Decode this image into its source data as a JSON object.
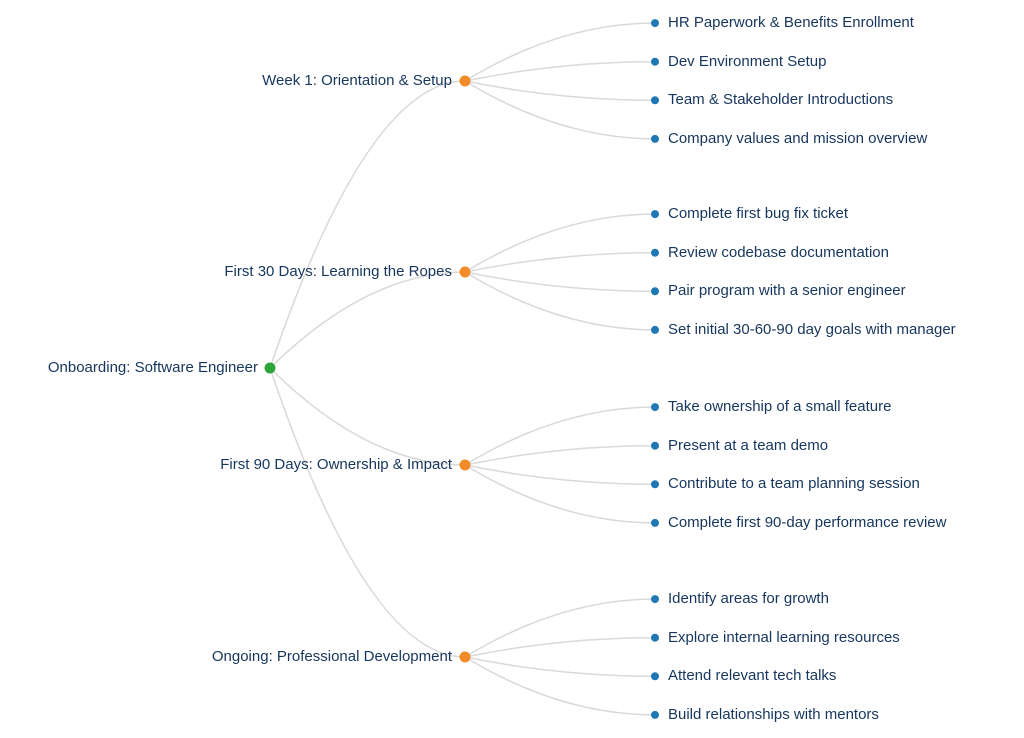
{
  "mindmap": {
    "root": {
      "label": "Onboarding: Software Engineer"
    },
    "branches": [
      {
        "label": "Week 1: Orientation & Setup",
        "children": [
          "HR Paperwork & Benefits Enrollment",
          "Dev Environment Setup",
          "Team & Stakeholder Introductions",
          "Company values and mission overview"
        ]
      },
      {
        "label": "First 30 Days: Learning the Ropes",
        "children": [
          "Complete first bug fix ticket",
          "Review codebase documentation",
          "Pair program with a senior engineer",
          "Set initial 30-60-90 day goals with manager"
        ]
      },
      {
        "label": "First 90 Days: Ownership & Impact",
        "children": [
          "Take ownership of a small feature",
          "Present at a team demo",
          "Contribute to a team planning session",
          "Complete first 90-day performance review"
        ]
      },
      {
        "label": "Ongoing: Professional Development",
        "children": [
          "Identify areas for growth",
          "Explore internal learning resources",
          "Attend relevant tech talks",
          "Build relationships with mentors"
        ]
      }
    ],
    "colors": {
      "root_dot": "#2aa63a",
      "branch_dot": "#f28c28",
      "leaf_dot": "#1f77b4",
      "link": "#d9d9d9",
      "text": "#17365d"
    }
  }
}
